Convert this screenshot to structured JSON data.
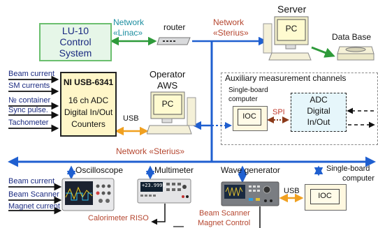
{
  "colors": {
    "bus_blue": "#1f5fd0",
    "net_red": "#b5462f",
    "net_teal": "#1c8ea0",
    "link_green": "#2e9a3a",
    "usb_orange": "#f0a020",
    "spi_brown": "#8b3a1a",
    "text_navy": "#1a2a80",
    "lu10_fill": "#e6f6e8",
    "lu10_border": "#6bbf6e",
    "ni_fill": "#fff6c8",
    "pc_fill": "#fffbd0",
    "adc_fill": "#e6f6fb",
    "ioc_fill": "#fff8e0"
  },
  "lu10": {
    "line1": "LU-10",
    "line2": "Control",
    "line3": "System"
  },
  "net_linac": {
    "line1": "Network",
    "line2": "«Linac»"
  },
  "router": {
    "label": "router",
    "icon": "router-icon"
  },
  "net_sterius_top": {
    "line1": "Network",
    "line2": "«Sterius»"
  },
  "server": {
    "title": "Server",
    "pc": "PC",
    "icon": "desktop-computer-icon"
  },
  "database": {
    "label": "Data Base",
    "icon": "database-drive-icon"
  },
  "ni_inputs": [
    "Beam current",
    "SM currents",
    "№ container",
    "Sync pulse.",
    "Tachometer"
  ],
  "ni_box": {
    "title": "NI USB-6341",
    "line1": "16 ch ADC",
    "line2": "Digital In/Out",
    "line3": "Counters"
  },
  "usb_left": "USB",
  "operator": {
    "line1": "Operator",
    "line2": "AWS",
    "pc": "PC",
    "icon": "desktop-computer-icon"
  },
  "aux": {
    "title": "Auxiliary measurement channels",
    "sbc_line1": "Single-board",
    "sbc_line2": "computer",
    "ioc": "IOC",
    "spi": "SPI",
    "adc_line1": "ADC",
    "adc_line2": "Digital",
    "adc_line3": "In/Out"
  },
  "net_sterius_bottom": "Network «Sterius»",
  "oscilloscope": {
    "title": "Oscilloscope",
    "icon": "oscilloscope-icon"
  },
  "multimeter": {
    "title": "Multimeter",
    "display": "+23.9999",
    "icon": "multimeter-icon"
  },
  "wave_generator": {
    "title": "Wave generator",
    "icon": "wave-generator-icon"
  },
  "sbc_bottom": {
    "line1": "Single-board",
    "line2": "computer",
    "ioc": "IOC"
  },
  "usb_right": "USB",
  "osc_inputs": [
    "Beam current",
    "Beam Scanner",
    "Magnet current"
  ],
  "calorimeter": "Calorimeter RISO",
  "beam_scanner_control": {
    "line1": "Beam Scanner",
    "line2": "Magnet Control"
  }
}
